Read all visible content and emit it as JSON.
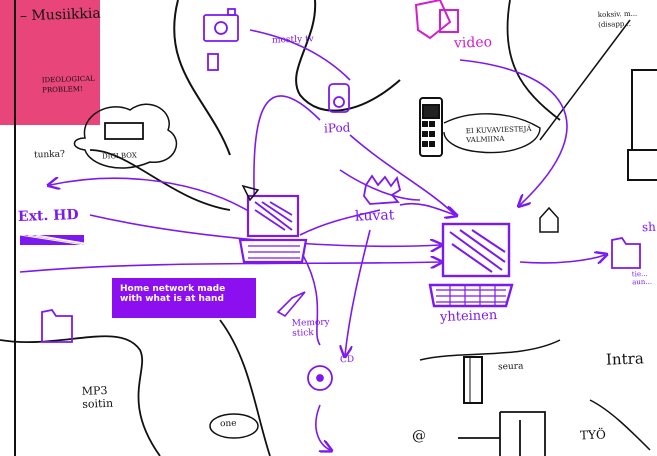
{
  "labels": {
    "musiikkia": "– Musiikkia",
    "ideological": "IDEOLOGICAL PROBLEM!",
    "tunka": "tunka?",
    "digi_box": "DIGI BOX",
    "mostly_tv": "mostly tv",
    "video": "video",
    "ipod": "iPod",
    "kuvaviesteja": "EI KUVAVIESTEJÄ VALMIINA",
    "kuvat": "kuvat",
    "ext_hd": "Ext. HD",
    "memory_stick": "Memory stick",
    "cd": "CD",
    "mp3_soitin": "MP3 soitin",
    "one": "one",
    "yhteinen": "yhteinen",
    "intra": "Intra",
    "seura": "seura",
    "tyo": "TYÖ",
    "at": "@",
    "right_top": "koksiv. m... (disapp...",
    "right_side": "sh",
    "right_side2": "tie... aun..."
  },
  "overlay_note": "Home network made with what is at hand",
  "colors": {
    "ink": "#111111",
    "purple": "#7b19f1",
    "pink": "#e8457a",
    "note_bg": "#8c10ef",
    "magenta": "#d01fce"
  }
}
